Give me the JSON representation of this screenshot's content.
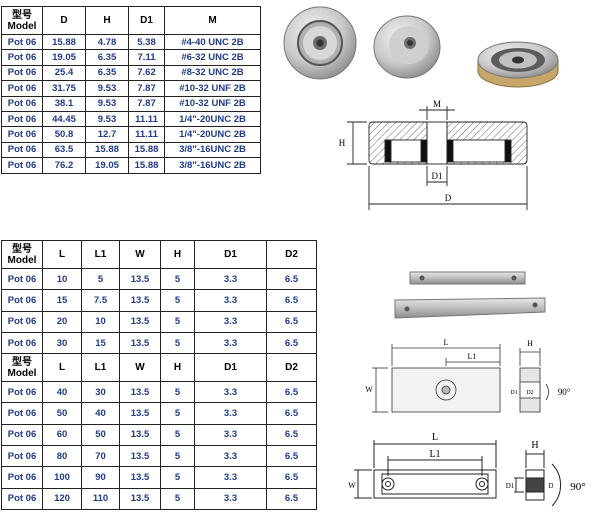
{
  "table1": {
    "header_cn": "型号",
    "header_model": "Model",
    "columns": [
      "D",
      "H",
      "D1",
      "M"
    ],
    "rows": [
      [
        "Pot 06",
        "15.88",
        "4.78",
        "5.38",
        "#4-40 UNC 2B"
      ],
      [
        "Pot 06",
        "19.05",
        "6.35",
        "7.11",
        "#6-32 UNC 2B"
      ],
      [
        "Pot 06",
        "25.4",
        "6.35",
        "7.62",
        "#8-32 UNC 2B"
      ],
      [
        "Pot 06",
        "31.75",
        "9.53",
        "7.87",
        "#10-32 UNF 2B"
      ],
      [
        "Pot 06",
        "38.1",
        "9.53",
        "7.87",
        "#10-32 UNF 2B"
      ],
      [
        "Pot 06",
        "44.45",
        "9.53",
        "11.11",
        "1/4\"-20UNC 2B"
      ],
      [
        "Pot 06",
        "50.8",
        "12.7",
        "11.11",
        "1/4\"-20UNC 2B"
      ],
      [
        "Pot 06",
        "63.5",
        "15.88",
        "15.88",
        "3/8\"-16UNC 2B"
      ],
      [
        "Pot 06",
        "76.2",
        "19.05",
        "15.88",
        "3/8\"-16UNC 2B"
      ]
    ]
  },
  "table2": {
    "header_cn": "型号",
    "header_model": "Model",
    "columns": [
      "L",
      "L1",
      "W",
      "H",
      "D1",
      "D2"
    ],
    "rows_a": [
      [
        "Pot 06",
        "10",
        "5",
        "13.5",
        "5",
        "3.3",
        "6.5"
      ],
      [
        "Pot 06",
        "15",
        "7.5",
        "13.5",
        "5",
        "3.3",
        "6.5"
      ],
      [
        "Pot 06",
        "20",
        "10",
        "13.5",
        "5",
        "3.3",
        "6.5"
      ],
      [
        "Pot 06",
        "30",
        "15",
        "13.5",
        "5",
        "3.3",
        "6.5"
      ]
    ],
    "rows_b": [
      [
        "Pot 06",
        "40",
        "30",
        "13.5",
        "5",
        "3.3",
        "6.5"
      ],
      [
        "Pot 06",
        "50",
        "40",
        "13.5",
        "5",
        "3.3",
        "6.5"
      ],
      [
        "Pot 06",
        "60",
        "50",
        "13.5",
        "5",
        "3.3",
        "6.5"
      ],
      [
        "Pot 06",
        "80",
        "70",
        "13.5",
        "5",
        "3.3",
        "6.5"
      ],
      [
        "Pot 06",
        "100",
        "90",
        "13.5",
        "5",
        "3.3",
        "6.5"
      ],
      [
        "Pot 06",
        "120",
        "110",
        "13.5",
        "5",
        "3.3",
        "6.5"
      ]
    ]
  },
  "drawing1": {
    "label_m": "M",
    "label_h": "H",
    "label_d1": "D1",
    "label_d": "D"
  },
  "drawing2": {
    "label_l": "L",
    "label_l1": "L1",
    "label_w": "W",
    "label_h": "H",
    "label_d1": "D1",
    "label_d2": "D2",
    "label_angle": "90°"
  },
  "drawing3": {
    "label_l": "L",
    "label_l1": "L1",
    "label_w": "W",
    "label_h": "H",
    "label_d1": "D1",
    "label_d": "D",
    "label_angle": "90°"
  }
}
